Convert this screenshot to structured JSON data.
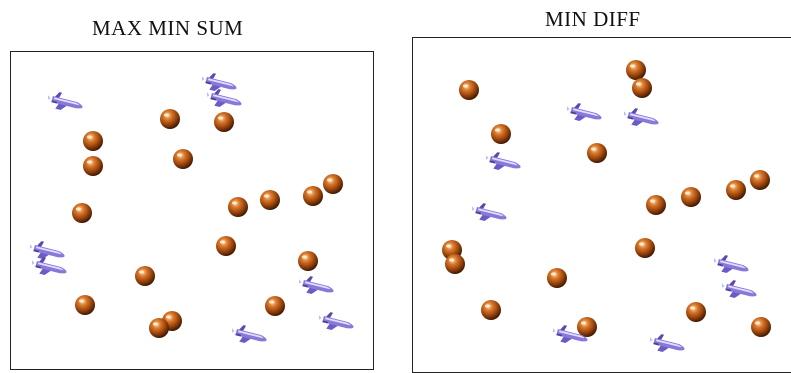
{
  "panels": {
    "left": {
      "title": "MAX MIN SUM"
    },
    "right": {
      "title": "MIN DIFF"
    }
  },
  "icons": {
    "ball": "bronze-sphere",
    "plane": "space-shuttle"
  },
  "colors": {
    "ball_dark": "#4a1d02",
    "ball_mid": "#b8560f",
    "ball_light": "#ffd6a0",
    "plane_body": "#8a78d8",
    "plane_dark": "#4d3f96",
    "plane_light": "#e2dcff",
    "plane_flame": "#a8c8ff",
    "border": "#222222"
  }
}
